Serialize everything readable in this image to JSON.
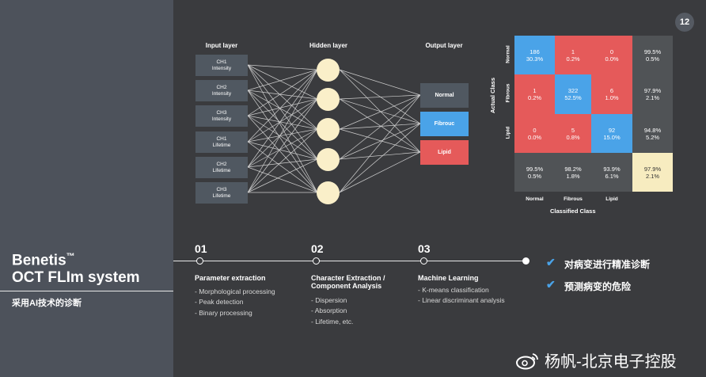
{
  "page_number": "12",
  "sidebar": {
    "brand_line1": "Benetis",
    "brand_tm": "™",
    "brand_line2": "OCT FLIm system",
    "subtitle": "采用AI技术的诊断"
  },
  "network": {
    "input_title": "Input layer",
    "hidden_title": "Hidden layer",
    "output_title": "Output layer",
    "inputs": [
      {
        "line1": "CH1",
        "line2": "Intensity"
      },
      {
        "line1": "CH2",
        "line2": "Intensity"
      },
      {
        "line1": "CH3",
        "line2": "Intensity"
      },
      {
        "line1": "CH1",
        "line2": "Lifetime"
      },
      {
        "line1": "CH2",
        "line2": "Lifetime"
      },
      {
        "line1": "CH3",
        "line2": "Lifetime"
      }
    ],
    "outputs": [
      {
        "label": "Normal",
        "color": "#505861"
      },
      {
        "label": "Fibrouc",
        "color": "#4aa3e8"
      },
      {
        "label": "Lipid",
        "color": "#e55a5a"
      }
    ]
  },
  "confusion_matrix": {
    "y_axis_title": "Actual Class",
    "x_axis_title": "Classified  Class",
    "row_labels": [
      "Normal",
      "Fibrous",
      "Lipid"
    ],
    "col_labels": [
      "Normal",
      "Fibrous",
      "Lipid"
    ],
    "cells": [
      [
        {
          "a": "186",
          "b": "30.3%"
        },
        {
          "a": "1",
          "b": "0.2%"
        },
        {
          "a": "0",
          "b": "0.0%"
        },
        {
          "a": "99.5%",
          "b": "0.5%"
        }
      ],
      [
        {
          "a": "1",
          "b": "0.2%"
        },
        {
          "a": "322",
          "b": "52.5%"
        },
        {
          "a": "6",
          "b": "1.0%"
        },
        {
          "a": "97.9%",
          "b": "2.1%"
        }
      ],
      [
        {
          "a": "0",
          "b": "0.0%"
        },
        {
          "a": "5",
          "b": "0.8%"
        },
        {
          "a": "92",
          "b": "15.0%"
        },
        {
          "a": "94.8%",
          "b": "5.2%"
        }
      ],
      [
        {
          "a": "99.5%",
          "b": "0.5%"
        },
        {
          "a": "98.2%",
          "b": "1.8%"
        },
        {
          "a": "93.9%",
          "b": "6.1%"
        },
        {
          "a": "97.9%",
          "b": "2.1%"
        }
      ]
    ],
    "colors": {
      "diag": "#4aa3e8",
      "off": "#e55a5a",
      "summary": "#505356",
      "total": "#f7ecc0"
    }
  },
  "steps": [
    {
      "num": "01",
      "title1": "Parameter extraction",
      "title2": "",
      "items": [
        "- Morphological processing",
        "- Peak detection",
        "- Binary processing"
      ]
    },
    {
      "num": "02",
      "title1": "Character Extraction /",
      "title2": "Component Analysis",
      "items": [
        "- Dispersion",
        "- Absorption",
        "- Lifetime, etc."
      ]
    },
    {
      "num": "03",
      "title1": "Machine Learning",
      "title2": "",
      "items": [
        "- K-means classification",
        "- Linear discriminant analysis"
      ]
    }
  ],
  "outcomes": [
    "对病变进行精准诊断",
    "预测病变的危险"
  ],
  "watermark": "杨帆-北京电子控股"
}
